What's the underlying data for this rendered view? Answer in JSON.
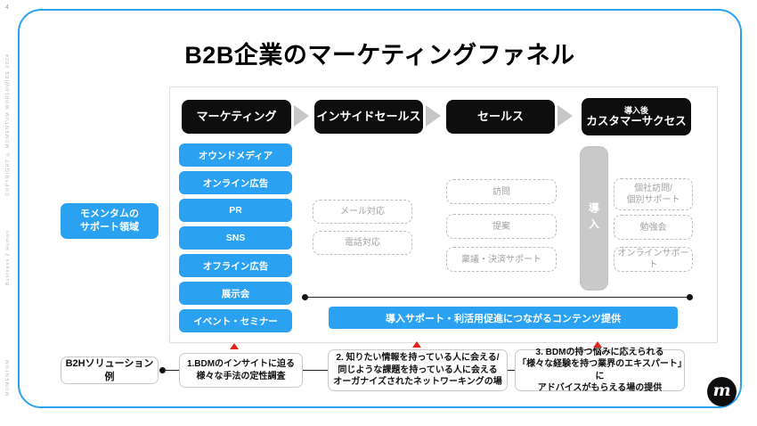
{
  "slide": {
    "page_number": "4",
    "title": "B2B企業のマーケティングファネル",
    "margin": {
      "copyright": "COPYRIGHT © MOMENTUM WORLDWIDE 2024",
      "business_label": "Business 2 Human",
      "brand": "MOMENTUM"
    },
    "logo_letter": "m"
  },
  "colors": {
    "accent_blue": "#2BA1F2",
    "stage_black": "#0E0E0E",
    "arrow_gray": "#C6C6C6",
    "deploy_gray": "#C9C9C9",
    "muted_text": "#A2A2A2",
    "marker_red": "#E0251C"
  },
  "funnel": {
    "stages": [
      {
        "label": "マーケティング",
        "sublabel": ""
      },
      {
        "label": "インサイドセールス",
        "sublabel": ""
      },
      {
        "label": "セールス",
        "sublabel": ""
      },
      {
        "label": "カスタマーサクセス",
        "sublabel": "導入後"
      }
    ],
    "marketing_items": [
      "オウンドメディア",
      "オンライン広告",
      "PR",
      "SNS",
      "オフライン広告",
      "展示会",
      "イベント・セミナー"
    ],
    "inside_sales_items": [
      "メール対応",
      "電話対応"
    ],
    "sales_items": [
      "訪問",
      "提案",
      "稟議・決済サポート"
    ],
    "deploy_label": "導入",
    "customer_success_items": [
      "個社訪問/\n個別サポート",
      "勉強会",
      "オンラインサポート"
    ],
    "content_bar": "導入サポート・利活用促進につながるコンテンツ提供"
  },
  "support_badge": "モメンタムの\nサポート領域",
  "solutions": {
    "label": "B2Hソリューション例",
    "items": [
      "1.BDMのインサイトに迫る\n様々な手法の定性調査",
      "2. 知りたい情報を持っている人に会える/\n同じような課題を持っている人に会える\nオーガナイズされたネットワーキングの場",
      "3. BDMの持つ悩みに応えられる\n「様々な経験を持つ業界のエキスパート」に\nアドバイスがもらえる場の提供"
    ]
  }
}
